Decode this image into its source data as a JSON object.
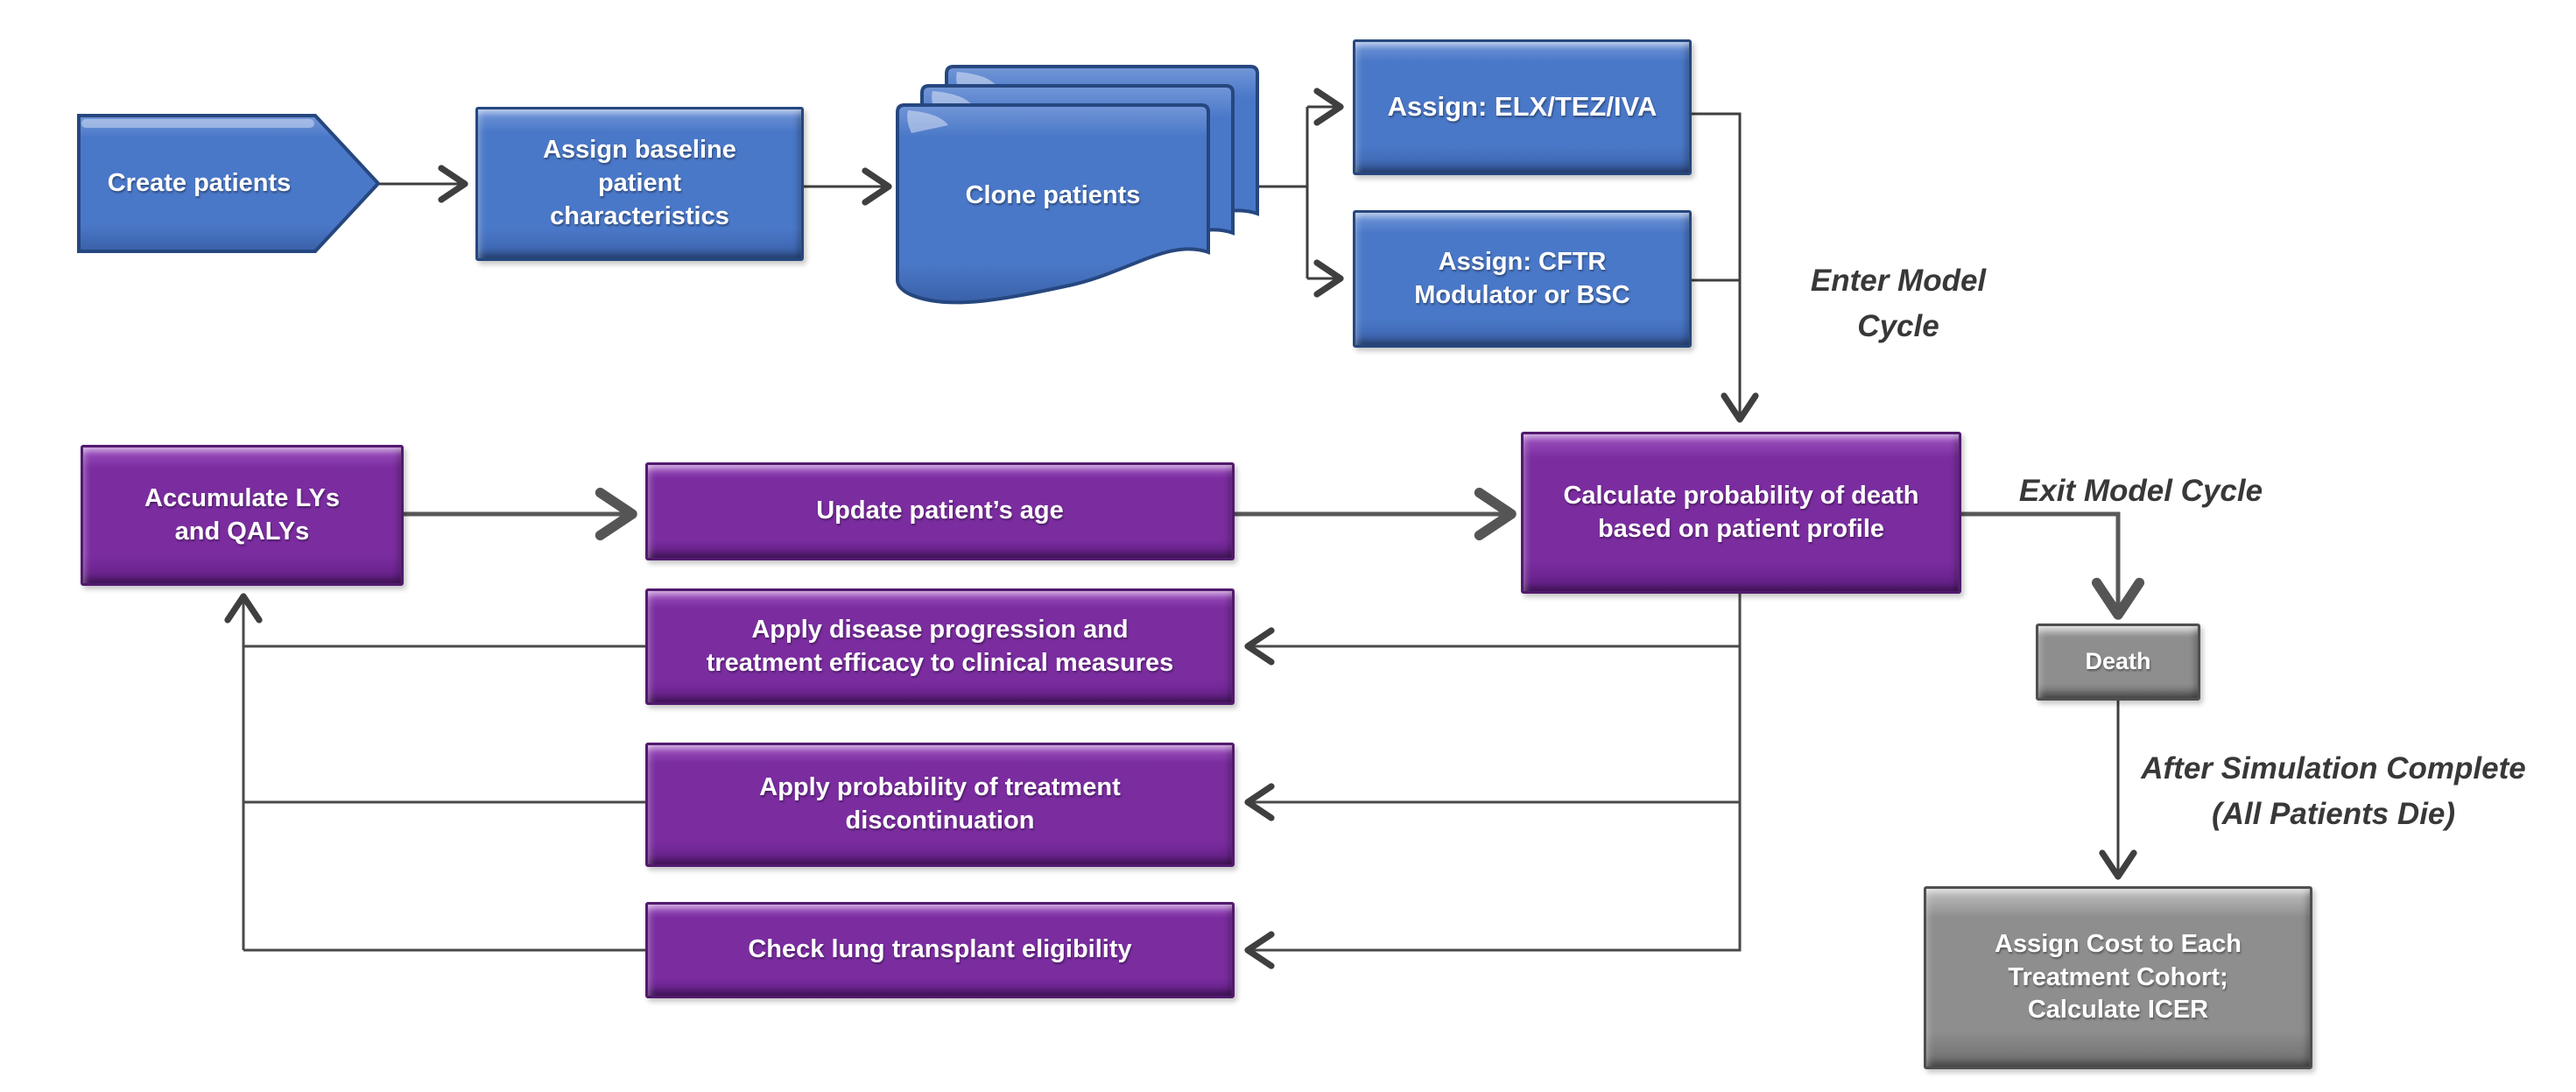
{
  "palette": {
    "blue_fill": "#4a78c8",
    "blue_border": "#26477f",
    "purple_fill": "#7b2da0",
    "purple_border": "#521a6e",
    "gray_fill": "#8e8e8e",
    "gray_border": "#4f4f4f",
    "connector_thin": "#3f3f3f",
    "connector_thick": "#585858",
    "annotation_color": "#383838"
  },
  "nodes": {
    "create_patients": {
      "label": "Create patients"
    },
    "assign_baseline": {
      "label": "Assign baseline\npatient\ncharacteristics"
    },
    "clone_patients": {
      "label": "Clone patients"
    },
    "assign_elx": {
      "label": "Assign: ELX/TEZ/IVA"
    },
    "assign_cftr": {
      "label": "Assign: CFTR\nModulator or BSC"
    },
    "calc_death": {
      "label": "Calculate probability of death\nbased on patient profile"
    },
    "accumulate": {
      "label": "Accumulate LYs\nand QALYs"
    },
    "update_age": {
      "label": "Update patient’s age"
    },
    "apply_disease": {
      "label": "Apply disease progression and\ntreatment efficacy to clinical measures"
    },
    "apply_discontinuation": {
      "label": "Apply probability of treatment\ndiscontinuation"
    },
    "check_lung": {
      "label": "Check lung transplant eligibility"
    },
    "death": {
      "label": "Death"
    },
    "assign_cost": {
      "label": "Assign Cost to Each\nTreatment Cohort;\nCalculate ICER"
    }
  },
  "annotations": {
    "enter_cycle": "Enter Model Cycle",
    "exit_cycle": "Exit Model Cycle",
    "after_simulation": "After Simulation Complete\n(All Patients Die)"
  }
}
